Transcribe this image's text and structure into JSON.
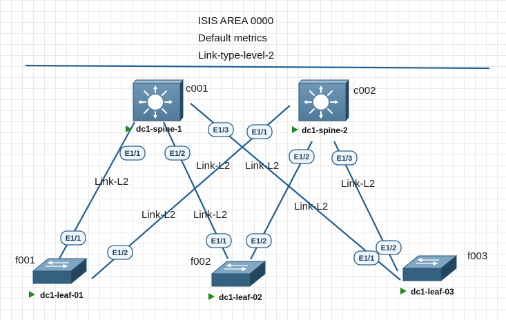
{
  "header": {
    "line1": "ISIS AREA 0000",
    "line2": "Default metrics",
    "line3": "Link-type-level-2"
  },
  "colors": {
    "link": "#1f5f93",
    "device_body": "#34617f",
    "running_indicator": "#1e8a1e"
  },
  "nodes": {
    "spine1": {
      "host": "c001",
      "name": "dc1-spine-1",
      "icon": "layer3-switch-icon"
    },
    "spine2": {
      "host": "c002",
      "name": "dc1-spine-2",
      "icon": "layer3-switch-icon"
    },
    "leaf1": {
      "host": "f001",
      "name": "dc1-leaf-01",
      "icon": "switch-icon"
    },
    "leaf2": {
      "host": "f002",
      "name": "dc1-leaf-02",
      "icon": "switch-icon"
    },
    "leaf3": {
      "host": "f003",
      "name": "dc1-leaf-03",
      "icon": "switch-icon"
    }
  },
  "interfaces": {
    "s1_e11": "E1/1",
    "s1_e12": "E1/2",
    "s1_e13": "E1/3",
    "s2_e11": "E1/1",
    "s2_e12": "E1/2",
    "s2_e13": "E1/3",
    "l1_e11": "E1/1",
    "l1_e12": "E1/2",
    "l2_e11": "E1/1",
    "l2_e12": "E1/2",
    "l3_e11": "E1/1",
    "l3_e12": "E1/2"
  },
  "link_labels": {
    "spine1_leaf1": "Link-L2",
    "spine1_leaf2": "Link-L2",
    "spine1_leaf3": "Link-L2",
    "spine2_leaf1": "Link-L2",
    "spine2_leaf2": "Link-L2",
    "spine2_leaf3": "Link-L2",
    "spine2_leaf3_alt": "Link-L2"
  }
}
